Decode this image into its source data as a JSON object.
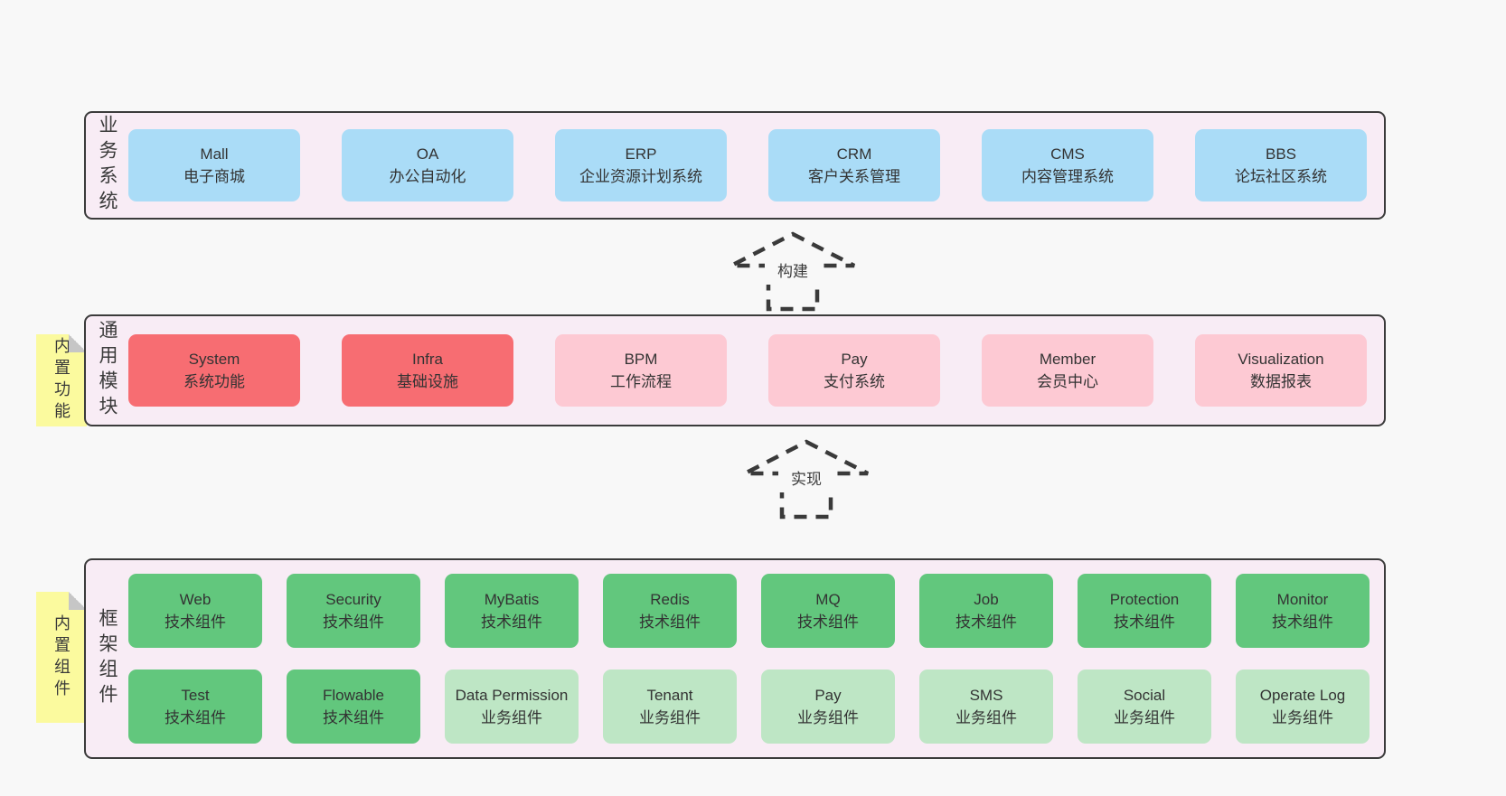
{
  "colors": {
    "page_bg": "#f8f8f8",
    "panel_bg": "#f8ecf5",
    "panel_border": "#3b3b3b",
    "business_box": "#aadcf7",
    "core_module_box": "#f76d72",
    "optional_module_box": "#fdc9d3",
    "tech_component_box": "#62c77d",
    "biz_component_box": "#bee6c5",
    "sticky_tab": "#fbfa9e"
  },
  "arrows": [
    {
      "label": "构建"
    },
    {
      "label": "实现"
    }
  ],
  "layers": {
    "business": {
      "label": "业务系统",
      "boxes": [
        {
          "name": "Mall",
          "desc": "电子商城"
        },
        {
          "name": "OA",
          "desc": "办公自动化"
        },
        {
          "name": "ERP",
          "desc": "企业资源计划系统"
        },
        {
          "name": "CRM",
          "desc": "客户关系管理"
        },
        {
          "name": "CMS",
          "desc": "内容管理系统"
        },
        {
          "name": "BBS",
          "desc": "论坛社区系统"
        }
      ]
    },
    "modules": {
      "label": "通用模块",
      "tab": "内置功能",
      "boxes": [
        {
          "name": "System",
          "desc": "系统功能"
        },
        {
          "name": "Infra",
          "desc": "基础设施"
        },
        {
          "name": "BPM",
          "desc": "工作流程"
        },
        {
          "name": "Pay",
          "desc": "支付系统"
        },
        {
          "name": "Member",
          "desc": "会员中心"
        },
        {
          "name": "Visualization",
          "desc": "数据报表"
        }
      ]
    },
    "components": {
      "label": "框架组件",
      "tab": "内置组件",
      "rows": [
        [
          {
            "name": "Web",
            "desc": "技术组件"
          },
          {
            "name": "Security",
            "desc": "技术组件"
          },
          {
            "name": "MyBatis",
            "desc": "技术组件"
          },
          {
            "name": "Redis",
            "desc": "技术组件"
          },
          {
            "name": "MQ",
            "desc": "技术组件"
          },
          {
            "name": "Job",
            "desc": "技术组件"
          },
          {
            "name": "Protection",
            "desc": "技术组件"
          },
          {
            "name": "Monitor",
            "desc": "技术组件"
          }
        ],
        [
          {
            "name": "Test",
            "desc": "技术组件"
          },
          {
            "name": "Flowable",
            "desc": "技术组件"
          },
          {
            "name": "Data Permission",
            "desc": "业务组件"
          },
          {
            "name": "Tenant",
            "desc": "业务组件"
          },
          {
            "name": "Pay",
            "desc": "业务组件"
          },
          {
            "name": "SMS",
            "desc": "业务组件"
          },
          {
            "name": "Social",
            "desc": "业务组件"
          },
          {
            "name": "Operate Log",
            "desc": "业务组件"
          }
        ]
      ]
    }
  }
}
